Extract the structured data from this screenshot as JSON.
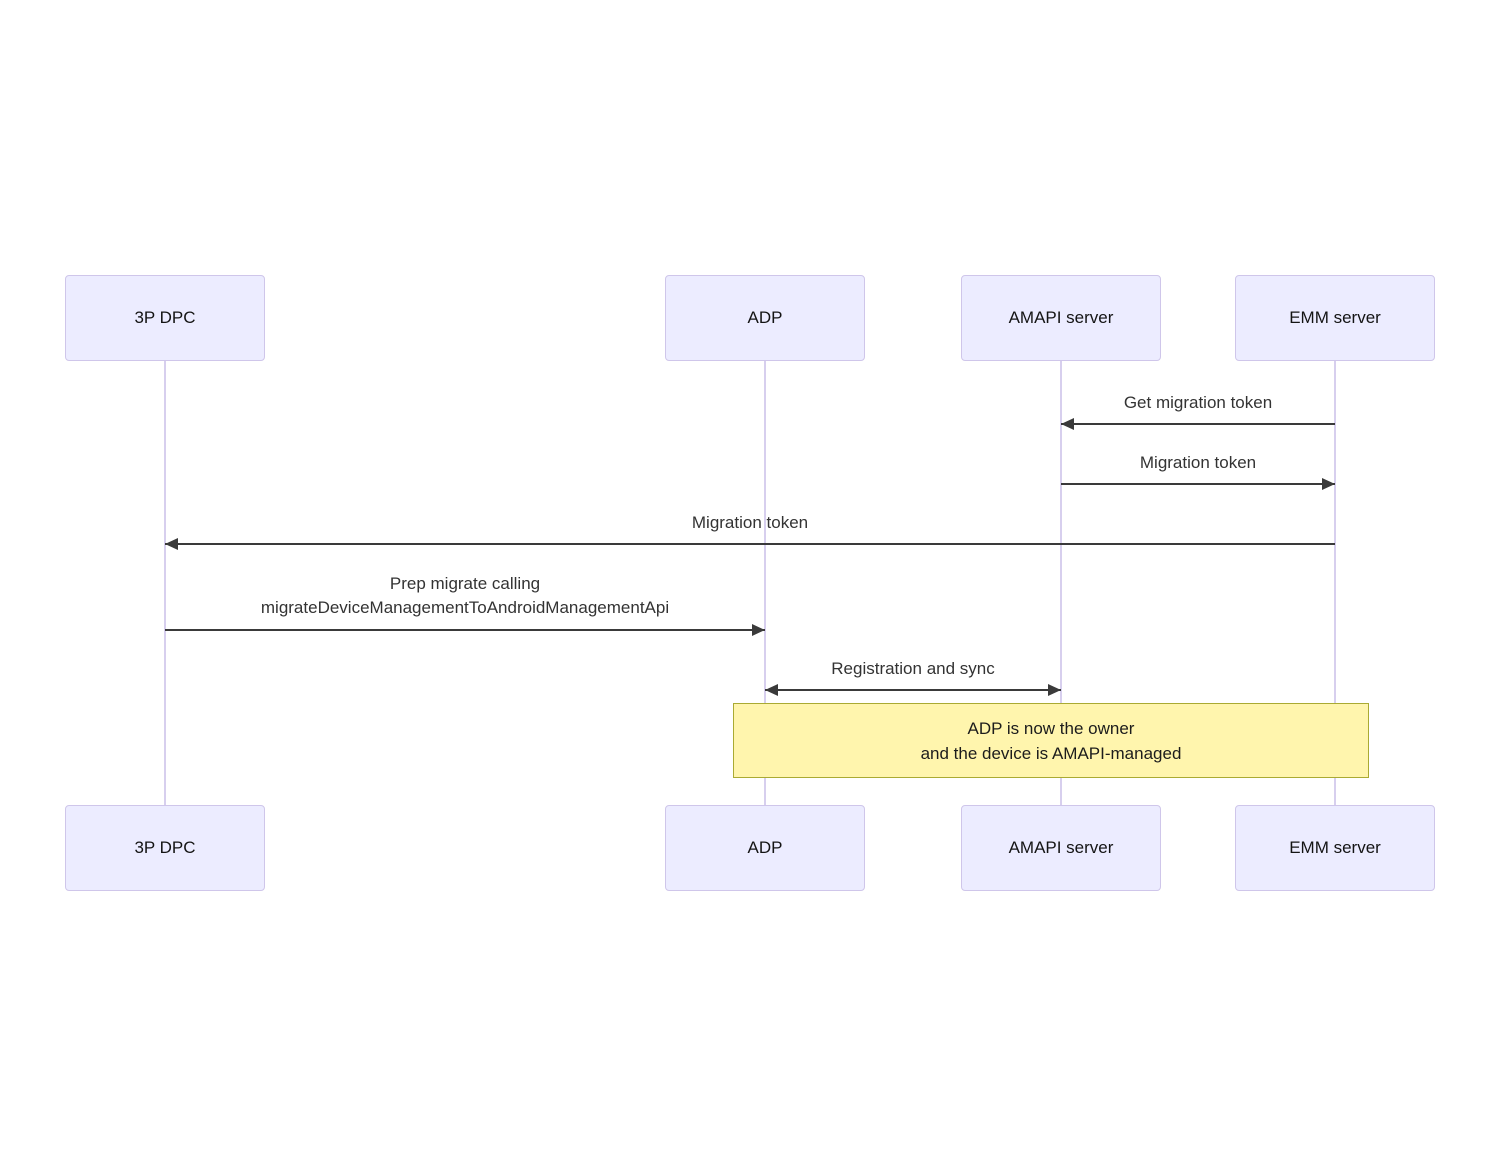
{
  "diagram_type": "sequence",
  "actors": [
    {
      "id": "3p-dpc",
      "label": "3P DPC"
    },
    {
      "id": "adp",
      "label": "ADP"
    },
    {
      "id": "amapi-server",
      "label": "AMAPI server"
    },
    {
      "id": "emm-server",
      "label": "EMM server"
    }
  ],
  "messages": [
    {
      "label": "Get migration token",
      "from": "EMM server",
      "to": "AMAPI server",
      "direction": "left"
    },
    {
      "label": "Migration token",
      "from": "AMAPI server",
      "to": "EMM server",
      "direction": "right"
    },
    {
      "label": "Migration token",
      "from": "EMM server",
      "to": "3P DPC",
      "direction": "left"
    },
    {
      "label": "Prep migrate calling\nmigrateDeviceManagementToAndroidManagementApi",
      "from": "3P DPC",
      "to": "ADP",
      "direction": "right"
    },
    {
      "label": "Registration and sync",
      "from": "ADP",
      "to": "AMAPI server",
      "direction": "both"
    }
  ],
  "note": {
    "text": "ADP is now the owner\nand the device is AMAPI-managed",
    "over": [
      "ADP",
      "EMM server"
    ]
  },
  "colors": {
    "background": "#ffffff",
    "actor_fill": "#ECECFF",
    "actor_border": "#cfc6ea",
    "lifeline": "#d7cfee",
    "message_text": "#333333",
    "arrow": "#3a3a3a",
    "note_fill": "#fff5ad",
    "note_border": "#aaaa33"
  }
}
